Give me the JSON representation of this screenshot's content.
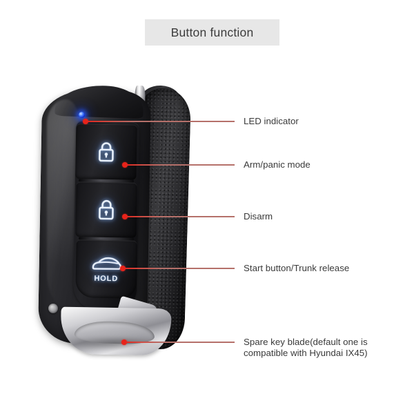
{
  "page": {
    "title": "Button function",
    "background_color": "#ffffff"
  },
  "colors": {
    "title_chip_background": "#e7e7e7",
    "title_text": "#3c3c3c",
    "label_text": "#3a3a3a",
    "leader_line": "#b5706a",
    "marker_dot": "#e8231a",
    "led_indicator": "#2a5bff",
    "key_body": "#1b1b1e",
    "chrome": "#cfcfd3"
  },
  "device": {
    "name": "smart-key-fob",
    "led": {
      "label": "LED indicator",
      "color": "#2a5bff"
    },
    "buttons": [
      {
        "id": "lock",
        "icon": "padlock-closed-icon",
        "caption": ""
      },
      {
        "id": "unlock",
        "icon": "padlock-open-icon",
        "caption": ""
      },
      {
        "id": "trunk",
        "icon": "car-hatch-open-icon",
        "caption": "HOLD"
      }
    ],
    "blade": {
      "name": "spare-key-blade"
    }
  },
  "callouts": [
    {
      "id": "led",
      "text": "LED indicator"
    },
    {
      "id": "arm",
      "text": "Arm/panic mode"
    },
    {
      "id": "disarm",
      "text": "Disarm"
    },
    {
      "id": "trunk",
      "text": "Start button/Trunk release"
    },
    {
      "id": "blade",
      "text": "Spare key blade(default one is\ncompatible with Hyundai IX45)"
    }
  ]
}
